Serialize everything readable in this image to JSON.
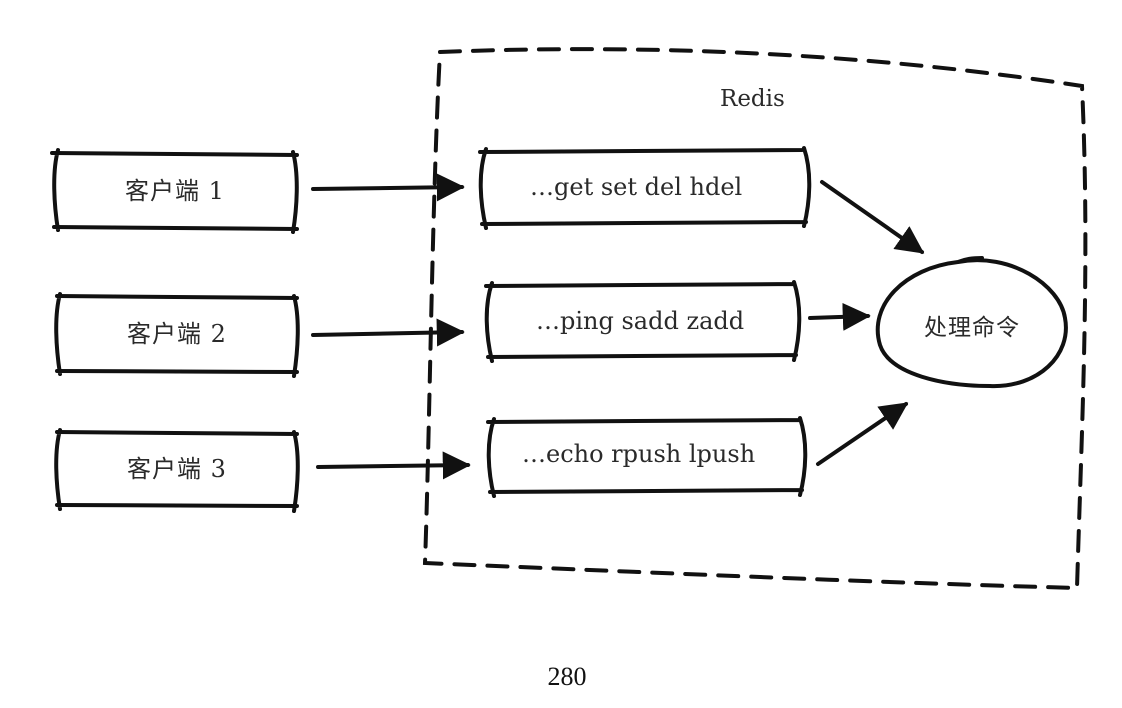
{
  "container": {
    "label": "Redis"
  },
  "clients": [
    {
      "label": "客户端 1"
    },
    {
      "label": "客户端 2"
    },
    {
      "label": "客户端 3"
    }
  ],
  "queues": [
    {
      "label": "…get set del hdel"
    },
    {
      "label": "…ping sadd zadd"
    },
    {
      "label": "…echo rpush lpush"
    }
  ],
  "processor": {
    "label": "处理命令"
  },
  "page_number": "280",
  "colors": {
    "ink": "#111111",
    "text": "#2a2a2a",
    "background": "#ffffff"
  }
}
